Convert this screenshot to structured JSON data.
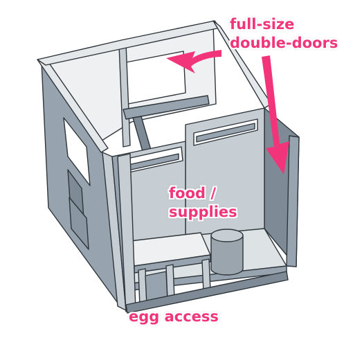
{
  "annotations": {
    "doors": [
      "full-size",
      "double-doors"
    ],
    "storage": [
      "food /",
      "supplies"
    ],
    "eggs": "egg access"
  },
  "colors": {
    "label": "#f2357a",
    "wall_front": "#97a3ae",
    "wall_side": "#7e8a95",
    "wall_light": "#c6ced4",
    "wall_top": "#e4e8eb",
    "floor": "#dde2e5",
    "arrow": "#f2357a"
  }
}
